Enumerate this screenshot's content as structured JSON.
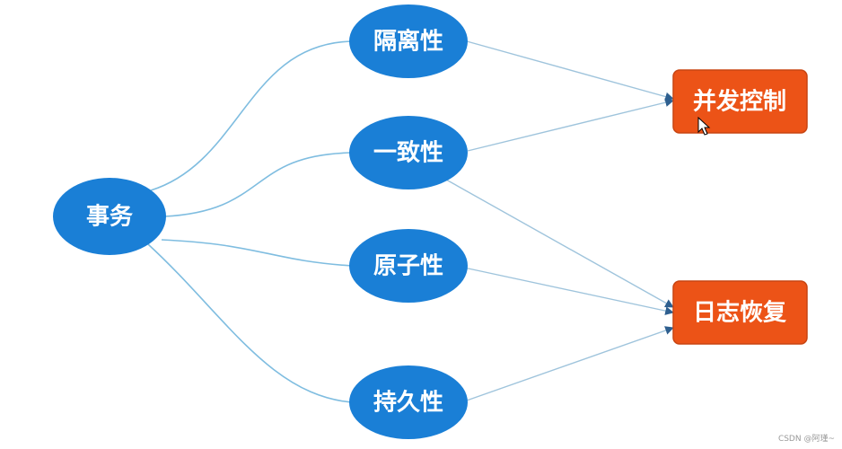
{
  "diagram": {
    "root": {
      "label": "事务"
    },
    "properties": [
      {
        "label": "隔离性"
      },
      {
        "label": "一致性"
      },
      {
        "label": "原子性"
      },
      {
        "label": "持久性"
      }
    ],
    "targets": [
      {
        "label": "并发控制"
      },
      {
        "label": "日志恢复"
      }
    ],
    "colors": {
      "ellipse_fill": "#1a7fd6",
      "target_fill": "#ec5317",
      "target_stroke": "#c84512",
      "curve_stroke": "#7fbde0",
      "arrow_stroke": "#9fc4dc",
      "arrow_head": "#2e5f8f"
    }
  },
  "watermark": "CSDN @阿瑾~"
}
